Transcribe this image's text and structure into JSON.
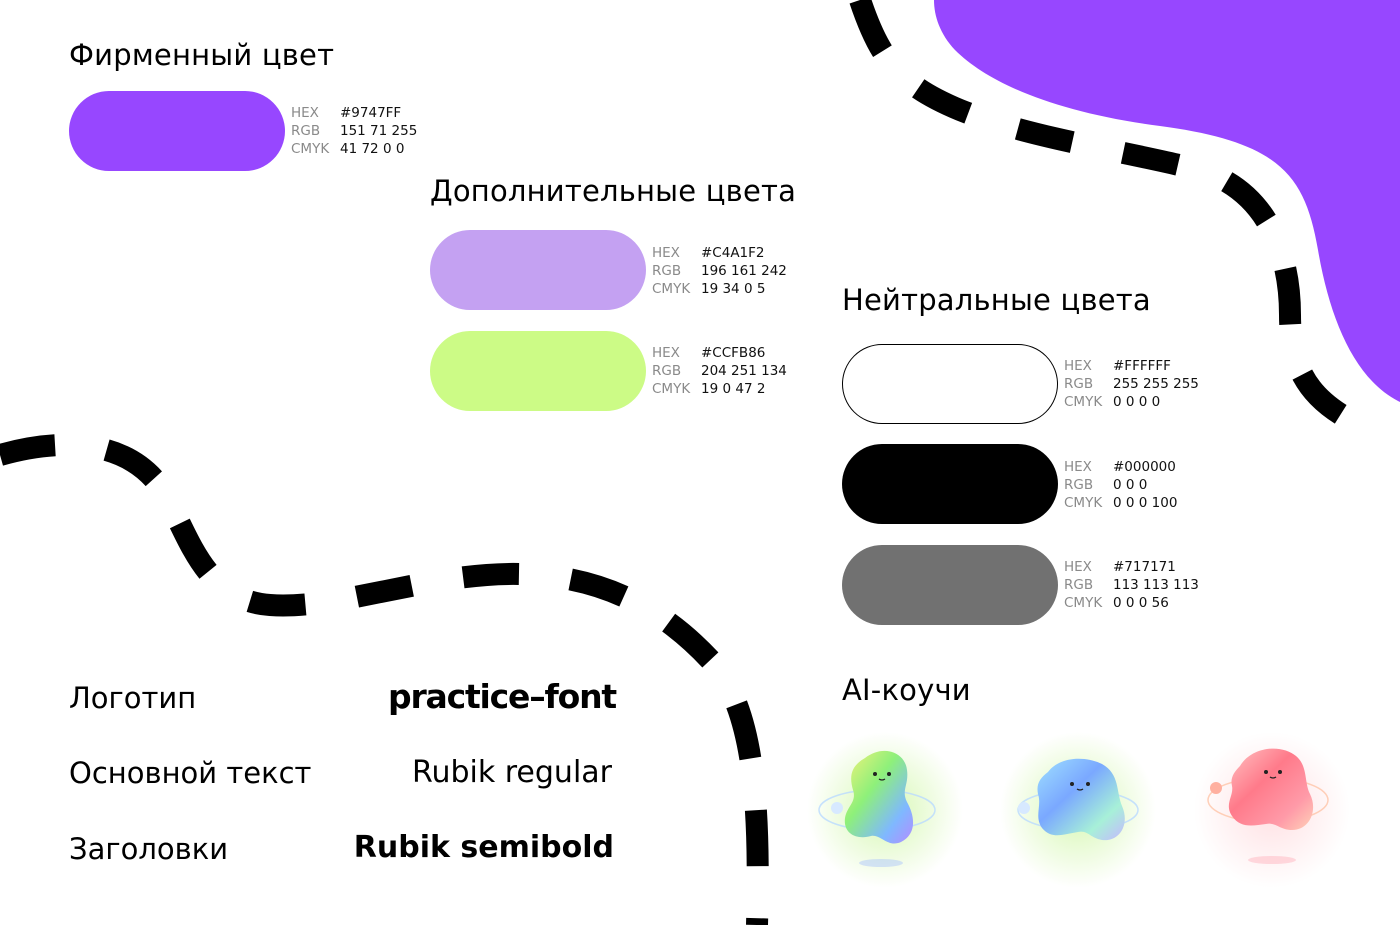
{
  "brand": {
    "title": "Фирменный цвет",
    "colors": [
      {
        "swatch": "#9747FF",
        "hex_label": "HEX",
        "hex": "#9747FF",
        "rgb_label": "RGB",
        "rgb": "151  71 255",
        "cmyk_label": "CMYK",
        "cmyk": "41 72 0 0"
      }
    ]
  },
  "additional": {
    "title": "Дополнительные цвета",
    "colors": [
      {
        "swatch": "#C4A1F2",
        "hex_label": "HEX",
        "hex": "#C4A1F2",
        "rgb_label": "RGB",
        "rgb": "196 161 242",
        "cmyk_label": "CMYK",
        "cmyk": "19 34 0 5"
      },
      {
        "swatch": "#CCFB86",
        "hex_label": "HEX",
        "hex": "#CCFB86",
        "rgb_label": "RGB",
        "rgb": "204 251 134",
        "cmyk_label": "CMYK",
        "cmyk": "19 0 47 2"
      }
    ]
  },
  "neutral": {
    "title": "Нейтральные цвета",
    "colors": [
      {
        "swatch": "#FFFFFF",
        "hex_label": "HEX",
        "hex": "#FFFFFF",
        "rgb_label": "RGB",
        "rgb": "255 255 255",
        "cmyk_label": "CMYK",
        "cmyk": "0 0 0 0"
      },
      {
        "swatch": "#000000",
        "hex_label": "HEX",
        "hex": "#000000",
        "rgb_label": "RGB",
        "rgb": "0 0 0",
        "cmyk_label": "CMYK",
        "cmyk": "0 0 0 100"
      },
      {
        "swatch": "#717171",
        "hex_label": "HEX",
        "hex": "#717171",
        "rgb_label": "RGB",
        "rgb": "113 113 113",
        "cmyk_label": "CMYK",
        "cmyk": "0 0 0 56"
      }
    ]
  },
  "typography": [
    {
      "label": "Логотип",
      "sample": "practice–font"
    },
    {
      "label": "Основной текст",
      "sample": "Rubik regular"
    },
    {
      "label": "Заголовки",
      "sample": "Rubik semibold"
    }
  ],
  "coaches": {
    "title": "AI-коучи",
    "mascots": [
      {
        "name": "yellow-green-coach",
        "colors": [
          "#f4f27a",
          "#8ef07a",
          "#7fb8ff",
          "#b48cff"
        ],
        "glow": "#c9f59a"
      },
      {
        "name": "blue-coach",
        "colors": [
          "#9fe0ff",
          "#7aa8ff",
          "#a7f0d8",
          "#c5b8ff"
        ],
        "glow": "#c9f59a"
      },
      {
        "name": "pink-coach",
        "colors": [
          "#ffc3c3",
          "#ff7a8a",
          "#ff9aa8",
          "#ffd2b8"
        ],
        "glow": "#ffd9dc"
      }
    ]
  },
  "decor": {
    "blob_color": "#9747FF",
    "dash_color": "#000000"
  }
}
